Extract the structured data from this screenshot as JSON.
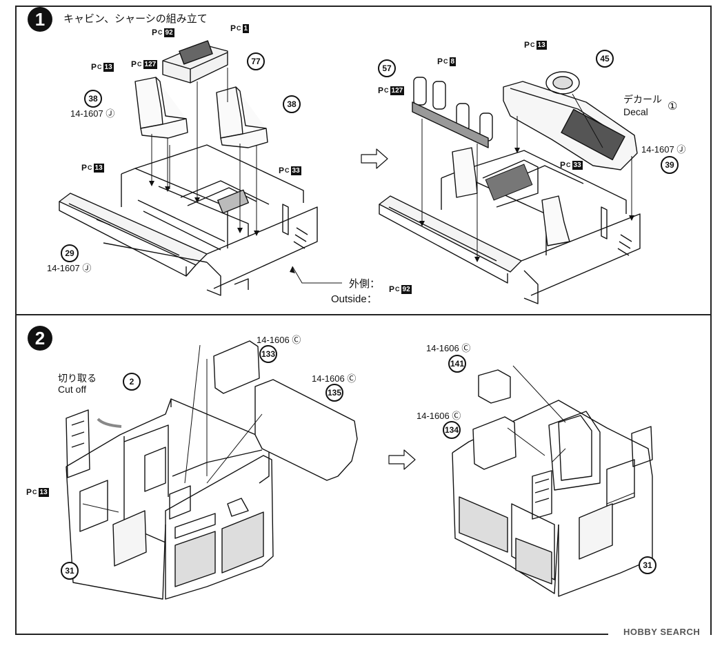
{
  "step1": {
    "number": "1",
    "title": "キャビン、シャーシの組み立て",
    "outside_jp": "外側：",
    "outside_en": "Outside：",
    "decal_jp": "デカール",
    "decal_en": "Decal",
    "decal_num": "①",
    "codes": {
      "c38": "14-1607 Ⓙ",
      "c29": "14-1607 Ⓙ",
      "c39": "14-1607 Ⓙ"
    },
    "parts": {
      "p77": "77",
      "p38a": "38",
      "p38b": "38",
      "p29": "29",
      "p57": "57",
      "p45": "45",
      "p39": "39"
    },
    "paint": {
      "pc92": "92",
      "pc1": "1",
      "pc127": "127",
      "pc13": "13",
      "pc13b": "13",
      "pc33": "33",
      "pc92b": "92",
      "pc8": "8",
      "pc127b": "127",
      "pc13c": "13",
      "pc33b": "33"
    }
  },
  "step2": {
    "number": "2",
    "cut_jp": "切り取る",
    "cut_en": "Cut off",
    "codes": {
      "c133": "14-1606 Ⓒ",
      "c135": "14-1606 Ⓒ",
      "c141": "14-1606 Ⓒ",
      "c134": "14-1606 Ⓒ"
    },
    "parts": {
      "p2": "2",
      "p133": "133",
      "p135": "135",
      "p31a": "31",
      "p141": "141",
      "p134": "134",
      "p31b": "31"
    },
    "paint": {
      "pc13": "13"
    }
  },
  "pc_letters": {
    "p": "P",
    "c": "C"
  },
  "watermark": "HOBBY SEARCH"
}
